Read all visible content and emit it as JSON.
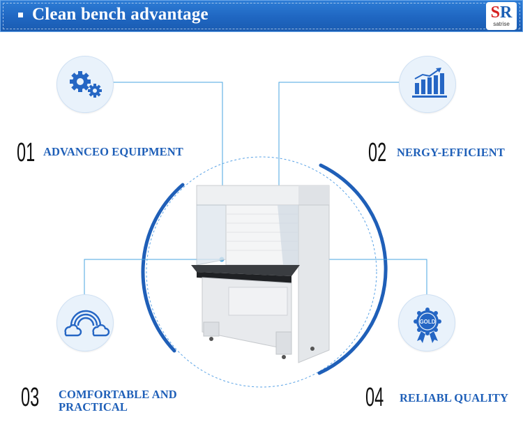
{
  "banner": {
    "title": "Clean bench advantage"
  },
  "logo": {
    "mark_left": "S",
    "mark_right": "R",
    "text": "satrise"
  },
  "colors": {
    "accent": "#1f66c1",
    "label": "#1e5fb8",
    "icon": "#2566c4",
    "circle_fill": "#e9f2fb"
  },
  "features": [
    {
      "number": "01",
      "label": "ADVANCEO EQUIPMENT",
      "icon": "gears-icon"
    },
    {
      "number": "02",
      "label": "NERGY-EFFICIENT",
      "icon": "bar-chart-icon"
    },
    {
      "number": "03",
      "label_line1": "COMFORTABLE AND",
      "label_line2": "PRACTICAL",
      "icon": "cloud-rainbow-icon"
    },
    {
      "number": "04",
      "label": "RELIABL QUALITY",
      "icon": "gold-badge-icon"
    }
  ],
  "badge_text": "GOLD"
}
